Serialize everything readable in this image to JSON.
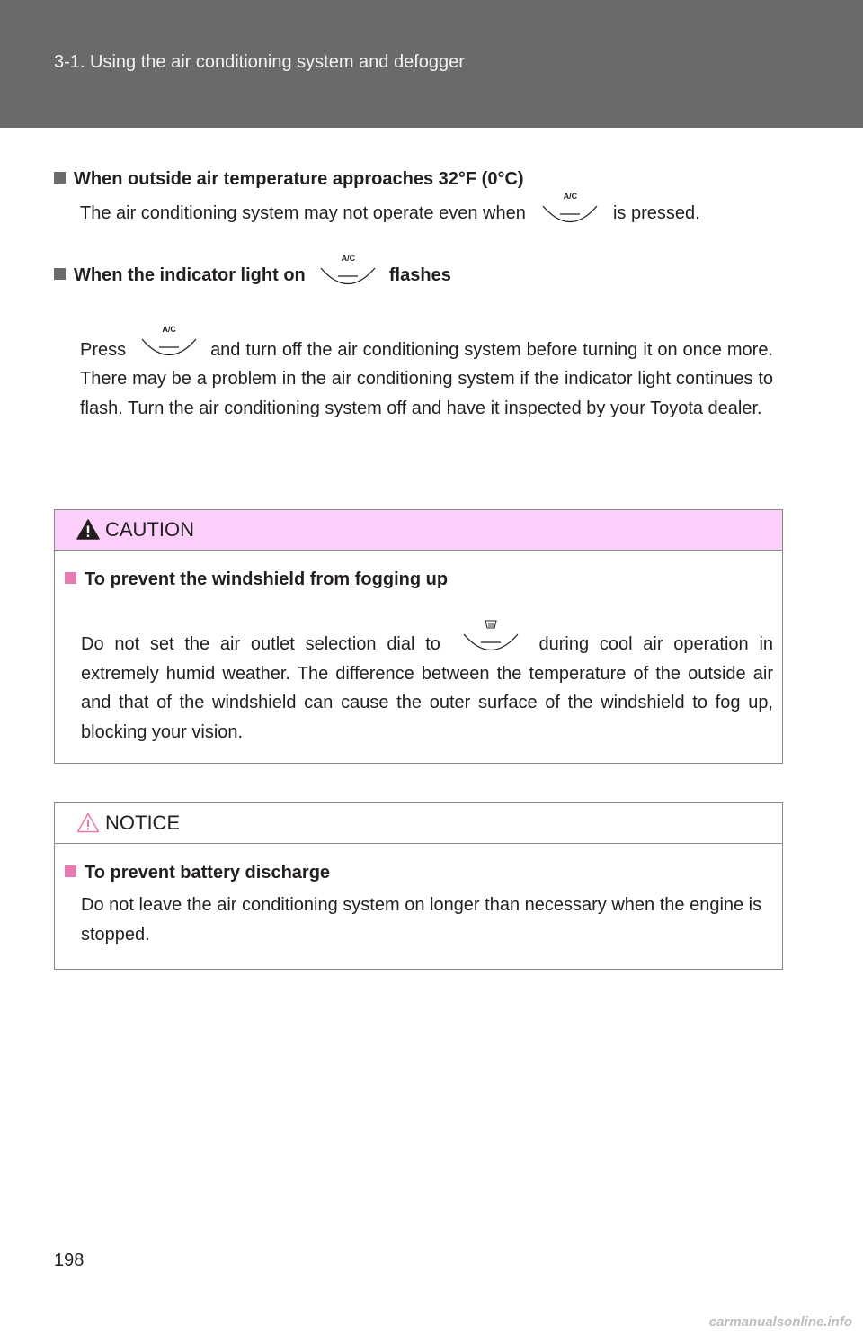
{
  "header": {
    "section_title": "3-1. Using the air conditioning system and defogger"
  },
  "sections": [
    {
      "heading": "When outside air temperature approaches 32°F (0°C)",
      "text_before": "The air conditioning system may not operate even when",
      "button_label": "A/C",
      "text_after": "is pressed."
    },
    {
      "heading_before": "When the indicator light on",
      "button_label": "A/C",
      "heading_after": "flashes",
      "text_before": "Press",
      "text_after": "and turn off the air conditioning system before turning it on once more. There may be a problem in the air conditioning system if the indicator light continues to flash. Turn the air conditioning system off and have it inspected by your Toyota dealer."
    }
  ],
  "caution": {
    "label": "CAUTION",
    "heading": "To prevent the windshield from fogging up",
    "text_before": "Do not set the air outlet selection dial to",
    "dial_icon": "windshield-defog-icon",
    "text_after": "during cool air operation in extremely humid weather. The difference between the temperature of the outside air and that of the windshield can cause the outer surface of the windshield to fog up, blocking your vision."
  },
  "notice": {
    "label": "NOTICE",
    "heading": "To prevent battery discharge",
    "text": "Do not leave the air conditioning system on longer than necessary when the engine is stopped."
  },
  "page_number": "198",
  "watermark": "carmanualsonline.info",
  "colors": {
    "header_bg": "#6a6a6a",
    "caution_bg": "#fccffb",
    "notice_accent": "#e77ab0",
    "border": "#8a8a8a"
  }
}
